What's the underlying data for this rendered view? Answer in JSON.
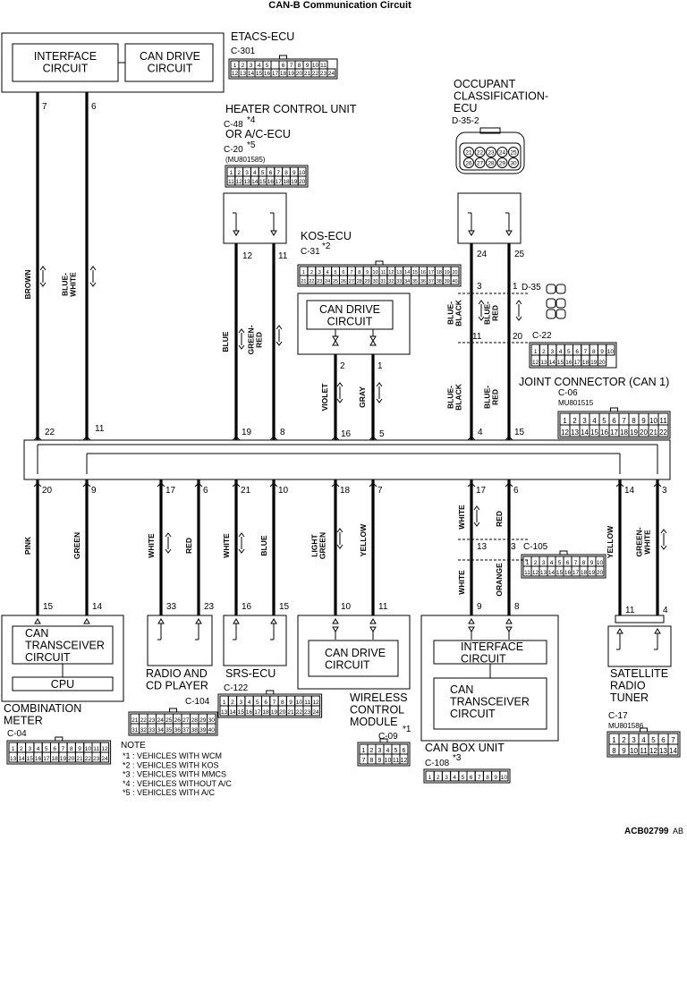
{
  "title": "CAN-B Communication Circuit",
  "doc_code": "ACB02799",
  "doc_code_suffix": "AB",
  "etacs": {
    "name": "ETACS-ECU",
    "conn": "C-301",
    "interface": "INTERFACE\nCIRCUIT",
    "candrive": "CAN DRIVE\nCIRCUIT",
    "pins": [
      "7",
      "6"
    ],
    "conn_rows": [
      [
        "1",
        "2",
        "3",
        "4",
        "5",
        "",
        "6",
        "7",
        "8",
        "9",
        "10",
        "11"
      ],
      [
        "12",
        "13",
        "14",
        "15",
        "16",
        "17",
        "18",
        "19",
        "20",
        "21",
        "22",
        "23",
        "24"
      ]
    ]
  },
  "heater": {
    "name": "HEATER CONTROL UNIT",
    "conn1": "C-48",
    "star1": "*4",
    "or": "OR A/C-ECU",
    "conn2": "C-20",
    "star2": "*5",
    "part": "(MU801585)",
    "pins": [
      "12",
      "11"
    ],
    "pins_lower": [
      "19",
      "8"
    ],
    "conn_rows": [
      [
        "1",
        "2",
        "3",
        "4",
        "5",
        "6",
        "7",
        "8",
        "9",
        "10"
      ],
      [
        "11",
        "12",
        "13",
        "14",
        "15",
        "16",
        "17",
        "18",
        "19",
        "20"
      ]
    ]
  },
  "kos": {
    "name": "KOS-ECU",
    "conn": "C-31",
    "star": "*2",
    "candrive": "CAN DRIVE\nCIRCUIT",
    "pins": [
      "2",
      "1"
    ],
    "pins_lower": [
      "16",
      "5"
    ]
  },
  "occupant": {
    "name": "OCCUPANT\nCLASSIFICATION-\nECU",
    "conn": "D-35-2",
    "pins": [
      "24",
      "25"
    ],
    "conn_rows": [
      [
        "21",
        "22",
        "23",
        "24",
        "25"
      ],
      [
        "26",
        "27",
        "28",
        "29",
        "30"
      ]
    ]
  },
  "d35": {
    "conn": "D-35",
    "pins_top": [
      "3",
      "1"
    ],
    "pins_bottom": [
      "11",
      "20"
    ]
  },
  "c22": {
    "conn": "C-22",
    "rows": [
      [
        "1",
        "2",
        "3",
        "4",
        "5",
        "6",
        "7",
        "8",
        "9",
        "10"
      ],
      [
        "12",
        "13",
        "14",
        "15",
        "16",
        "17",
        "18",
        "19",
        "20"
      ]
    ]
  },
  "joint": {
    "name": "JOINT CONNECTOR (CAN 1)",
    "conn": "C-06",
    "part": "MU801515",
    "pins": [
      "4",
      "15"
    ],
    "top_pins": [
      "22",
      "11"
    ],
    "conn_rows": [
      [
        "1",
        "2",
        "3",
        "4",
        "5",
        "6",
        "7",
        "8",
        "9",
        "10",
        "11"
      ],
      [
        "12",
        "13",
        "14",
        "15",
        "16",
        "17",
        "18",
        "19",
        "20",
        "21",
        "22"
      ]
    ]
  },
  "bus_bottom_pins": [
    "20",
    "9",
    "17",
    "6",
    "21",
    "10",
    "18",
    "7",
    "17",
    "6",
    "14",
    "3"
  ],
  "wires_upper": [
    {
      "color": "BROWN"
    },
    {
      "color": "BLUE-\nWHITE"
    },
    {
      "color": "BLUE"
    },
    {
      "color": "GREEN-\nRED"
    },
    {
      "color": "VIOLET"
    },
    {
      "color": "GRAY"
    },
    {
      "color": "BLUE-\nBLACK"
    },
    {
      "color": "BLUE-\nRED"
    },
    {
      "color": "BLUE-\nBLACK"
    },
    {
      "color": "BLUE-\nRED"
    }
  ],
  "wires_lower": [
    {
      "color": "PINK"
    },
    {
      "color": "GREEN"
    },
    {
      "color": "WHITE"
    },
    {
      "color": "RED"
    },
    {
      "color": "WHITE"
    },
    {
      "color": "BLUE"
    },
    {
      "color": "LIGHT\nGREEN"
    },
    {
      "color": "YELLOW"
    },
    {
      "color": "WHITE"
    },
    {
      "color": "RED"
    },
    {
      "color": "WHITE"
    },
    {
      "color": "ORANGE"
    },
    {
      "color": "YELLOW"
    },
    {
      "color": "GREEN-\nWHITE"
    }
  ],
  "combination": {
    "name": "COMBINATION\nMETER",
    "conn": "C-04",
    "transceiver": "CAN\nTRANSCEIVER\nCIRCUIT",
    "cpu": "CPU",
    "pins": [
      "15",
      "14"
    ],
    "conn_rows": [
      [
        "1",
        "2",
        "3",
        "4",
        "5",
        "6",
        "7",
        "8",
        "9",
        "10",
        "11",
        "12"
      ],
      [
        "13",
        "14",
        "15",
        "16",
        "17",
        "18",
        "19",
        "20",
        "21",
        "22",
        "23",
        "24"
      ]
    ]
  },
  "radio": {
    "name": "RADIO AND\nCD PLAYER",
    "conn": "C-104",
    "pins": [
      "33",
      "23"
    ],
    "conn_rows": [
      [
        "21",
        "22",
        "23",
        "24",
        "25",
        "26",
        "27",
        "28",
        "29",
        "30"
      ],
      [
        "31",
        "32",
        "33",
        "34",
        "35",
        "36",
        "37",
        "38",
        "39",
        "40"
      ]
    ]
  },
  "srs": {
    "name": "SRS-ECU",
    "conn": "C-122",
    "pins": [
      "16",
      "15"
    ],
    "conn_rows": [
      [
        "1",
        "2",
        "3",
        "4",
        "5",
        "6",
        "7",
        "8",
        "9",
        "10",
        "11",
        "12"
      ],
      [
        "13",
        "14",
        "15",
        "16",
        "17",
        "18",
        "19",
        "20",
        "21",
        "22",
        "23",
        "24"
      ]
    ]
  },
  "wireless": {
    "name": "WIRELESS\nCONTROL\nMODULE",
    "star": "*1",
    "conn": "C-09",
    "candrive": "CAN DRIVE\nCIRCUIT",
    "pins": [
      "10",
      "11"
    ],
    "conn_rows": [
      [
        "1",
        "2",
        "3",
        "4",
        "5",
        "6"
      ],
      [
        "7",
        "8",
        "9",
        "10",
        "11",
        "12"
      ]
    ]
  },
  "canbox": {
    "name": "CAN BOX UNIT",
    "conn": "C-108",
    "star": "*3",
    "interface": "INTERFACE\nCIRCUIT",
    "transceiver": "CAN\nTRANSCEIVER\nCIRCUIT",
    "pins": [
      "9",
      "8"
    ],
    "mid_pins": [
      "13",
      "3"
    ],
    "conn_rows": [
      [
        "1",
        "2",
        "3",
        "4",
        "5",
        "6",
        "7",
        "8",
        "9",
        "10"
      ]
    ]
  },
  "c105": {
    "conn": "C-105",
    "rows": [
      [
        "1",
        "2",
        "3",
        "4",
        "5",
        "6",
        "7",
        "8",
        "9",
        "10"
      ],
      [
        "11",
        "12",
        "13",
        "14",
        "15",
        "16",
        "17",
        "18",
        "19",
        "20"
      ]
    ]
  },
  "satellite": {
    "name": "SATELLITE\nRADIO\nTUNER",
    "conn": "C-17",
    "part": "MU801586",
    "pins": [
      "11",
      "4"
    ],
    "conn_rows": [
      [
        "1",
        "2",
        "3",
        "4",
        "5",
        "6",
        "7"
      ],
      [
        "8",
        "9",
        "10",
        "11",
        "12",
        "13",
        "14"
      ]
    ]
  },
  "note": {
    "heading": "NOTE",
    "lines": [
      "*1 : VEHICLES WITH WCM",
      "*2 : VEHICLES WITH KOS",
      "*3 : VEHICLES WITH MMCS",
      "*4 : VEHICLES WITHOUT A/C",
      "*5 : VEHICLES WITH A/C"
    ]
  }
}
